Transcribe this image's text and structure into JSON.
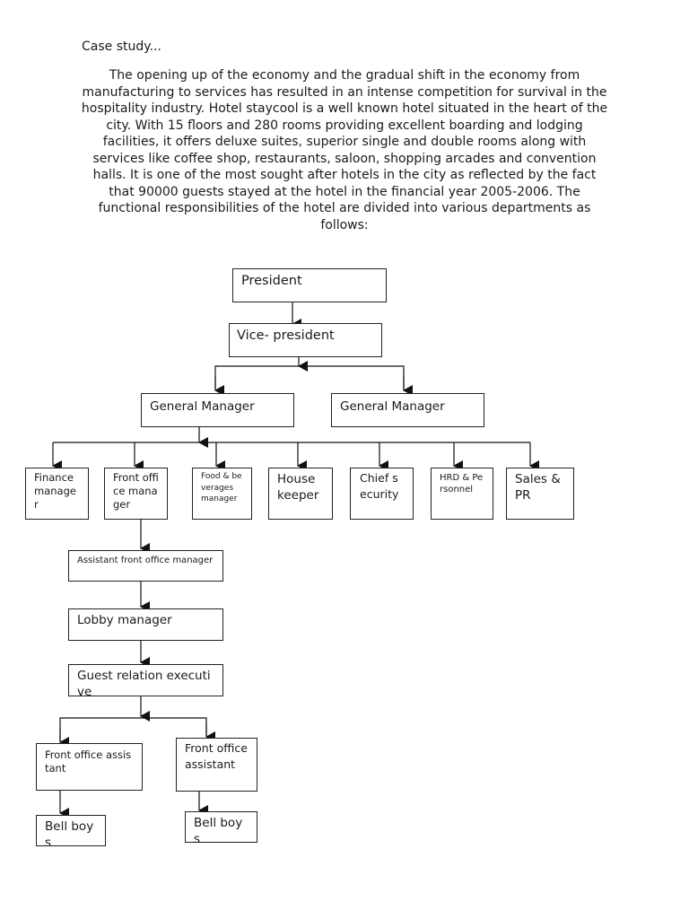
{
  "document": {
    "heading": "Case study...",
    "intro": "The opening up of the economy and the gradual shift in the economy from manufacturing to services has resulted in an intense competition for survival in the hospitality industry. Hotel staycool is a well known hotel situated in the heart of the city. With 15 floors and 280 rooms providing excellent boarding and lodging facilities, it offers deluxe suites, superior single and double rooms along with services like coffee shop, restaurants, saloon, shopping arcades and convention halls. It is one of the most sought after hotels in the city as reflected by the fact that 90000 guests stayed at the hotel in the financial year 2005-2006. The functional responsibilities of the hotel are divided into various departments as follows:"
  },
  "org_chart": {
    "president": "President",
    "vice_president": "Vice- president",
    "general_manager_1": "General Manager",
    "general_manager_2": "General Manager",
    "finance_manager": "Finance manager",
    "front_office_manager": "Front office manager",
    "food_beverages_manager": "Food & beverages manager",
    "house_keeper": "House keeper",
    "chief_security": "Chief security",
    "hrd_personnel": "HRD & Personnel",
    "sales_pr": "Sales & PR",
    "assistant_front_office_manager": "Assistant front office manager",
    "lobby_manager": "Lobby manager",
    "guest_relation_executive": "Guest relation executive",
    "front_office_assistant_1": "Front office assistant",
    "front_office_assistant_2": "Front office assistant",
    "bell_boys_1": "Bell boys",
    "bell_boys_2": "Bell boys"
  }
}
